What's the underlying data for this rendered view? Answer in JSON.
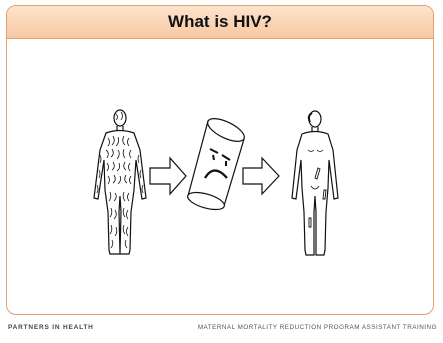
{
  "slide": {
    "title": "What is HIV?",
    "illustration": {
      "panels": [
        "body-with-many-cd4-cells",
        "sad-virus-cell",
        "body-with-few-cd4-cells"
      ],
      "arrow_icons": [
        "arrow-right-icon",
        "arrow-right-icon"
      ]
    }
  },
  "footer": {
    "left_text": "PARTNERS IN HEALTH",
    "right_text": "MATERNAL MORTALITY REDUCTION PROGRAM ASSISTANT TRAINING"
  },
  "colors": {
    "title_bar": "#f8c8a3",
    "frame_border": "#e3a070"
  }
}
